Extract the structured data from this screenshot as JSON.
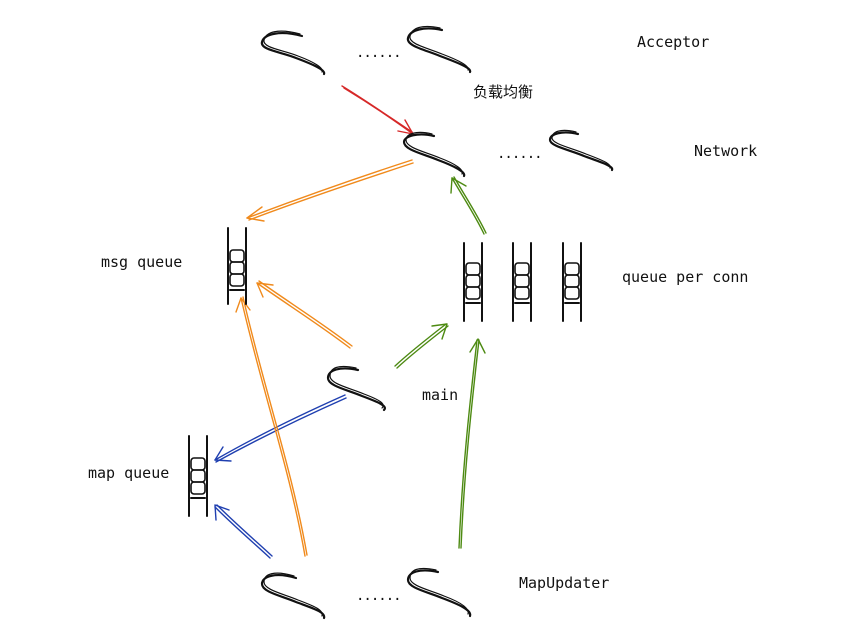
{
  "labels": {
    "acceptor": "Acceptor",
    "load_balance": "负载均衡",
    "network": "Network",
    "msg_queue": "msg queue",
    "queue_per_conn": "queue per conn",
    "main": "main",
    "map_queue": "map queue",
    "map_updater": "MapUpdater"
  },
  "ellipsis": "......",
  "colors": {
    "red": "#d62828",
    "orange": "#f08a1c",
    "green": "#4d8a12",
    "blue": "#1f3fb0",
    "ink": "#111111"
  }
}
